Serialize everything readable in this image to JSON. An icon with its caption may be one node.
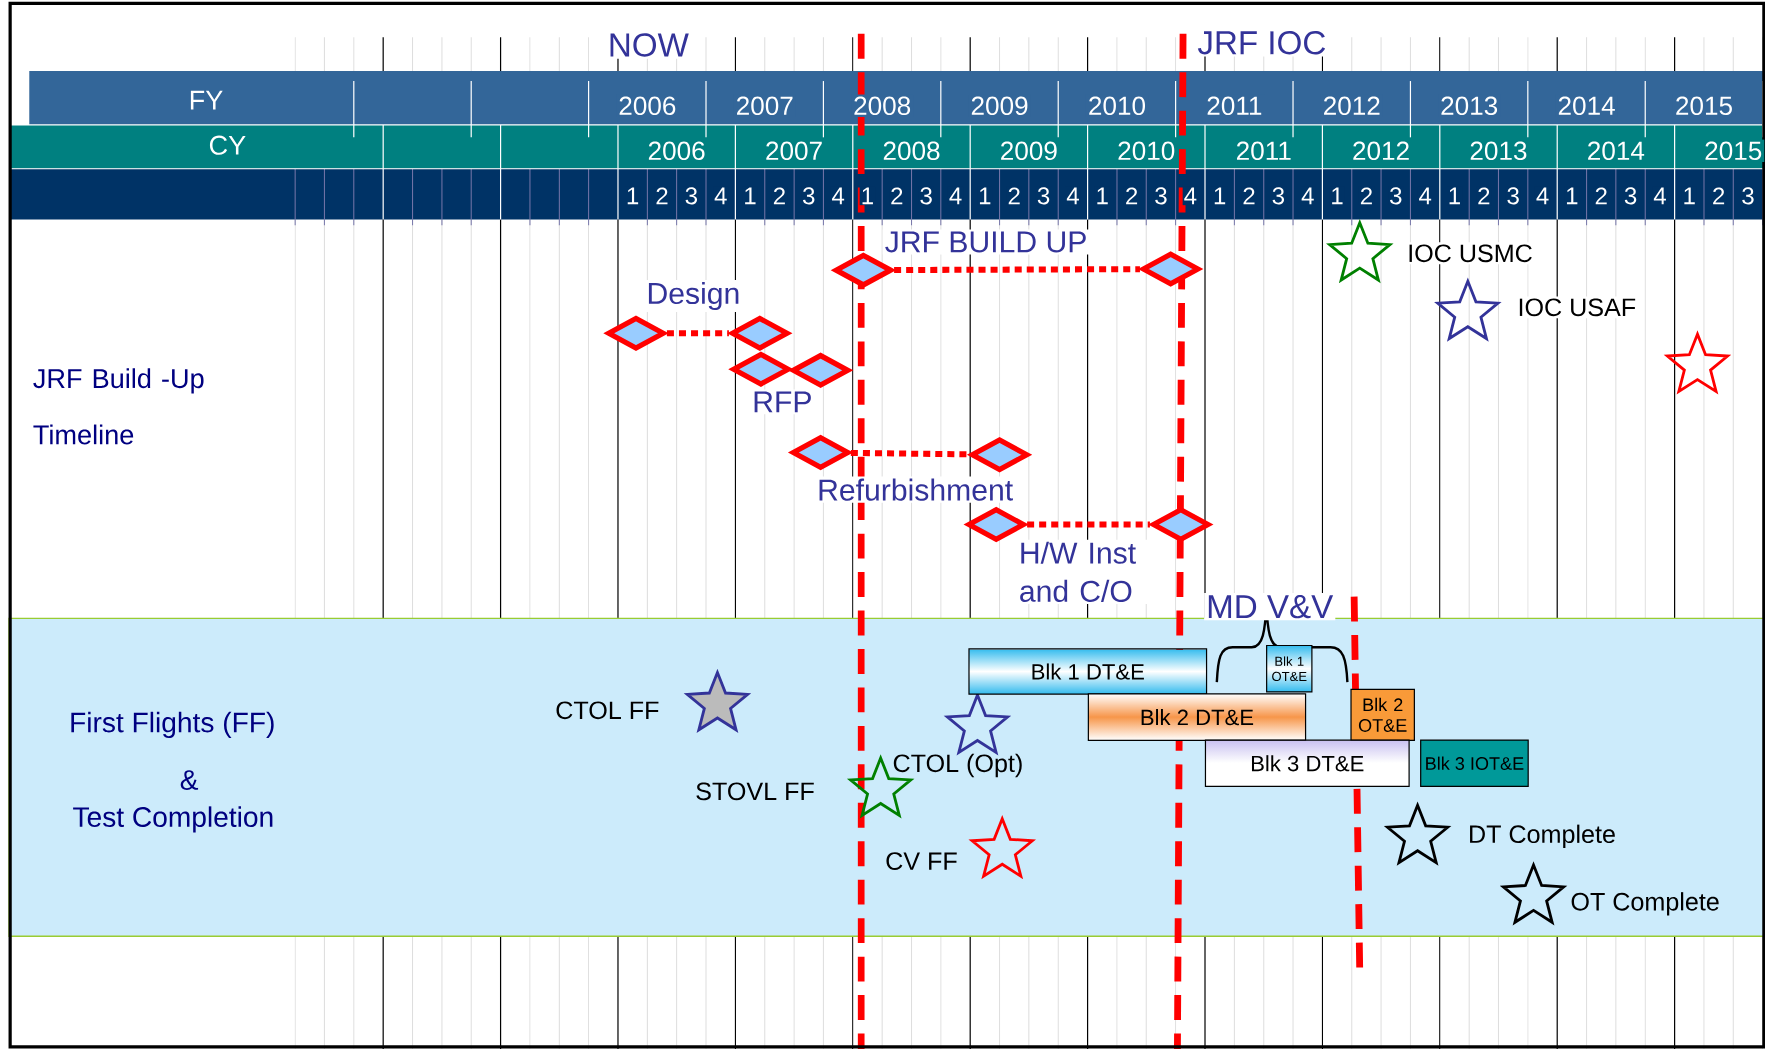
{
  "diagram": {
    "nodes": [
      {
        "text": [],
        "shape": "diamond"
      },
      {
        "text": [],
        "shape": "diamond"
      },
      {
        "text": [],
        "shape": "diamond"
      },
      {
        "text": [],
        "shape": "diamond"
      },
      {
        "text": [],
        "shape": "diamond"
      },
      {
        "text": [],
        "shape": "diamond"
      },
      {
        "text": [],
        "shape": "diamond"
      },
      {
        "text": [],
        "shape": "diamond"
      },
      {
        "text": [],
        "shape": "diamond"
      },
      {
        "text": [],
        "shape": "diamond"
      },
      {
        "text": [],
        "shape": "star",
        "beside": [
          "IOC USMC"
        ]
      },
      {
        "text": [],
        "shape": "star",
        "beside": [
          "IOC USAF"
        ]
      },
      {
        "text": [],
        "shape": "star"
      },
      {
        "text": [
          "First Flights (FF)",
          "&",
          "Test Completion"
        ]
      },
      {
        "text": [],
        "shape": "star",
        "beside": [
          "CTOL FF"
        ],
        "in": 13
      },
      {
        "text": [],
        "shape": "star",
        "beside": [
          "CTOL (Opt)"
        ],
        "in": 13
      },
      {
        "text": [],
        "shape": "star",
        "beside": [
          "STOVL FF"
        ],
        "in": 13
      },
      {
        "text": [],
        "shape": "star",
        "beside": [
          "CV FF"
        ],
        "in": 13
      },
      {
        "text": [],
        "shape": "star",
        "beside": [
          "DT Complete"
        ],
        "in": 13
      },
      {
        "text": [],
        "shape": "star",
        "beside": [
          "OT Complete"
        ],
        "in": 13
      },
      {
        "text": [
          "Blk 1 DT&E"
        ],
        "in": 13
      },
      {
        "text": [
          "Blk 1 OT&E"
        ],
        "in": 13
      },
      {
        "text": [
          "Blk 2 DT&E"
        ],
        "in": 13
      },
      {
        "text": [
          "Blk 2 OT&E"
        ],
        "in": 13
      },
      {
        "text": [
          "Blk 3 DT&E"
        ],
        "in": 13
      },
      {
        "text": [
          "Blk 3 IOT&E"
        ],
        "in": 13
      }
    ],
    "edges": [
      {
        "from": 0,
        "to": 1,
        "arrow": "none"
      },
      {
        "from": 2,
        "to": 3,
        "arrow": "none"
      },
      {
        "from": 6,
        "to": 7,
        "arrow": "none"
      },
      {
        "from": 8,
        "to": 9,
        "arrow": "none"
      }
    ],
    "labels": [
      "NOW",
      "JRF IOC",
      "FY",
      "2006",
      "2007",
      "2008",
      "2009",
      "2010",
      "2011",
      "2012",
      "2013",
      "2014",
      "2015",
      "CY",
      "2006",
      "2007",
      "2008",
      "2009",
      "2010",
      "2011",
      "2012",
      "2013",
      "2014",
      "2015",
      "1",
      "2",
      "3",
      "4",
      "1",
      "2",
      "3",
      "4",
      "1",
      "2",
      "3",
      "4",
      "1",
      "2",
      "3",
      "4",
      "1",
      "2",
      "3",
      "4",
      "1",
      "2",
      "3",
      "4",
      "1",
      "2",
      "3",
      "4",
      "1",
      "2",
      "3",
      "4",
      "1",
      "2",
      "3",
      "4",
      "1",
      "2",
      "3",
      "JRF BUILD UP",
      "Design",
      "JRF Build -Up Timeline",
      "RFP",
      "Refurbishment",
      "H/W Inst and C/O",
      "MD V&V"
    ]
  }
}
